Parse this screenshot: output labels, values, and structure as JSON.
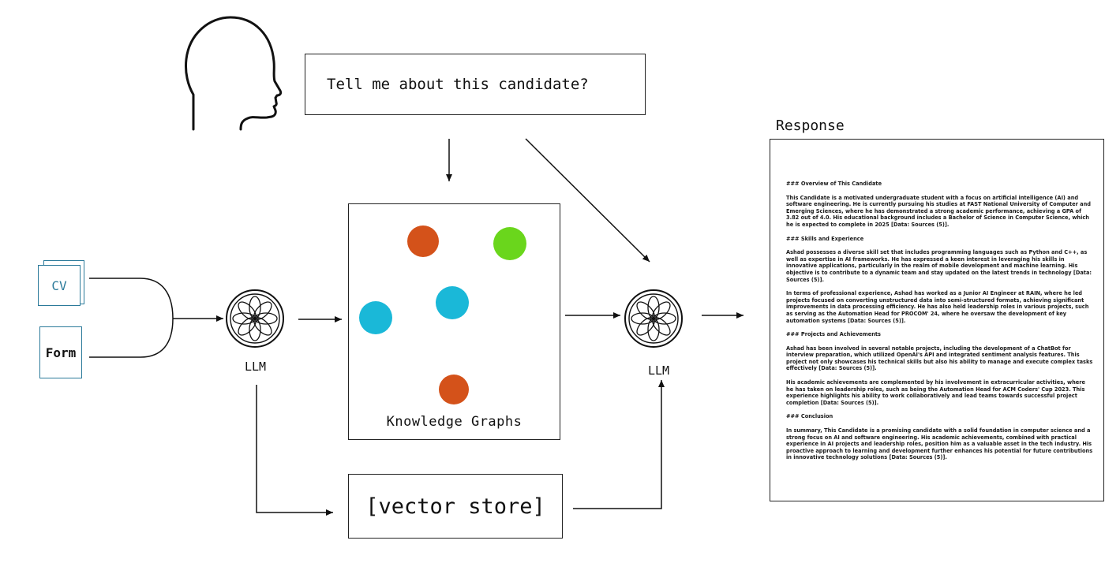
{
  "question": "Tell me about this candidate?",
  "inputs": {
    "cv_label": "CV",
    "form_label": "Form"
  },
  "llm_label": "LLM",
  "knowledge_graph": {
    "label": "Knowledge Graphs",
    "colors": {
      "orange": "#d4521a",
      "green": "#6ad61c",
      "cyan": "#1ab8d8"
    }
  },
  "vector_store_label": "[vector store]",
  "response": {
    "title": "Response",
    "blocks": [
      "### Overview of This Candidate",
      "This Candidate is a motivated undergraduate student with a focus on artificial intelligence (AI) and software engineering. He is currently pursuing his studies at FAST National University of Computer and Emerging Sciences, where he has demonstrated a strong academic performance, achieving a GPA of 3.82 out of 4.0. His educational background includes a Bachelor of Science in Computer Science, which he is expected to complete in 2025 [Data: Sources (5)].",
      "### Skills and Experience",
      "Ashad possesses a diverse skill set that includes programming languages such as Python and C++, as well as expertise in AI frameworks. He has expressed a keen interest in leveraging his skills in innovative applications, particularly in the realm of mobile development and machine learning. His objective is to contribute to a dynamic team and stay updated on the latest trends in technology [Data: Sources (5)].",
      "In terms of professional experience, Ashad has worked as a Junior AI Engineer at RAIN, where he led projects focused on converting unstructured data into semi-structured formats, achieving significant improvements in data processing efficiency. He has also held leadership roles in various projects, such as serving as the Automation Head for PROCOM' 24, where he oversaw the development of key automation systems [Data: Sources (5)].",
      "### Projects and Achievements",
      "Ashad has been involved in several notable projects, including the development of a ChatBot for interview preparation, which utilized OpenAI's API and integrated sentiment analysis features. This project not only showcases his technical skills but also his ability to manage and execute complex tasks effectively [Data: Sources (5)].",
      "His academic achievements are complemented by his involvement in extracurricular activities, where he has taken on leadership roles, such as being the Automation Head for ACM Coders' Cup 2023. This experience highlights his ability to work collaboratively and lead teams towards successful project completion [Data: Sources (5)].",
      "### Conclusion",
      "In summary, This Candidate is a promising candidate with a solid foundation in computer science and a strong focus on AI and software engineering. His academic achievements, combined with practical experience in AI projects and leadership roles, position him as a valuable asset in the tech industry. His proactive approach to learning and development further enhances his potential for future contributions in innovative technology solutions [Data: Sources (5)]."
    ]
  }
}
